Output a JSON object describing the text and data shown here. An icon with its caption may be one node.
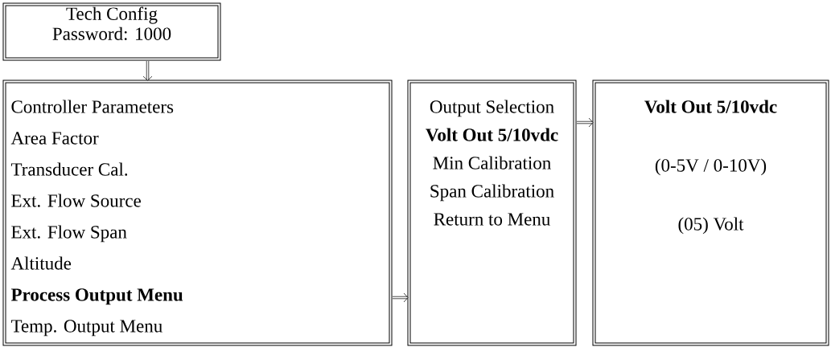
{
  "diagram": {
    "nodes": [
      {
        "text": [
          "Tech Config",
          "Password: 1000"
        ]
      },
      {
        "text": [
          "Controller Parameters",
          "Area Factor",
          "Transducer Cal.",
          "Ext. Flow Source",
          "Ext. Flow Span",
          "Altitude",
          "**Process Output Menu**",
          "Temp. Output Menu"
        ]
      },
      {
        "text": [
          "Output Selection",
          "**Volt Out 5/10vdc**",
          "Min Calibration",
          "Span Calibration",
          "Return to Menu"
        ]
      },
      {
        "text": [
          "**Volt Out 5/10vdc**",
          "(0-5V / 0-10V)",
          "(05) Volt"
        ]
      }
    ],
    "edges": [
      {
        "from": 0,
        "to": 1,
        "arrow": "to"
      },
      {
        "from": 1,
        "to": 2,
        "arrow": "to"
      },
      {
        "from": 2,
        "to": 3,
        "arrow": "to"
      }
    ]
  }
}
